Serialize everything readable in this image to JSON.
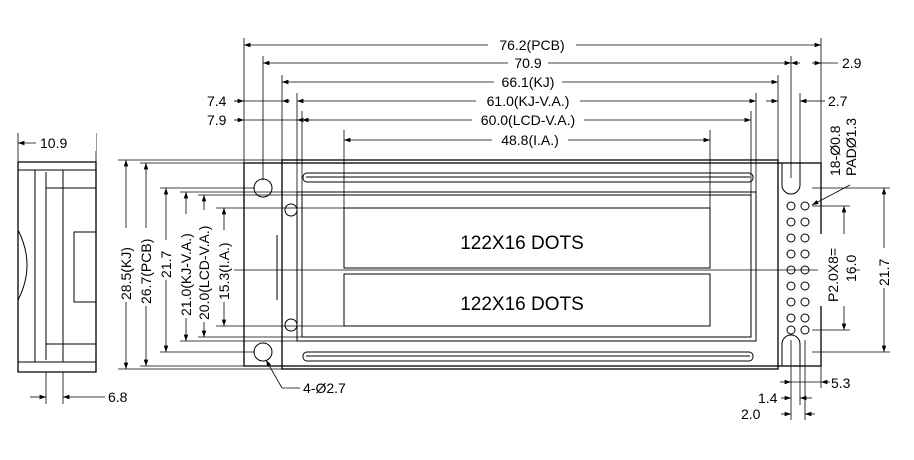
{
  "dimensions": {
    "pcb_width": "76.2(PCB)",
    "width_70_9": "70.9",
    "kj_width": "66.1(KJ)",
    "kj_va_width": "61.0(KJ-V.A.)",
    "lcd_va_width": "60.0(LCD-V.A.)",
    "ia_width": "48.8(I.A.)",
    "left_7_4": "7.4",
    "left_7_9": "7.9",
    "right_2_9": "2.9",
    "right_2_7": "2.7",
    "pin_holes": "18-Ø0.8",
    "pad_size": "PADØ1.3",
    "kj_height": "28.5(KJ)",
    "pcb_height": "26.7(PCB)",
    "height_21_7": "21.7",
    "kj_va_height": "21.0(KJ-V.A.)",
    "lcd_va_height": "20.0(LCD-V.A.)",
    "ia_height": "15.3(I.A.)",
    "pin_pitch": "P2.0X8=",
    "pin_span": "16.0",
    "right_height_21_7": "21.7",
    "mount_holes": "4-Ø2.7",
    "pin_1_4": "1.4",
    "pin_5_3": "5.3",
    "pin_2_0": "2.0",
    "side_thickness": "10.9",
    "side_6_8": "6.8"
  },
  "display": {
    "line1": "122X16 DOTS",
    "line2": "122X16 DOTS"
  }
}
